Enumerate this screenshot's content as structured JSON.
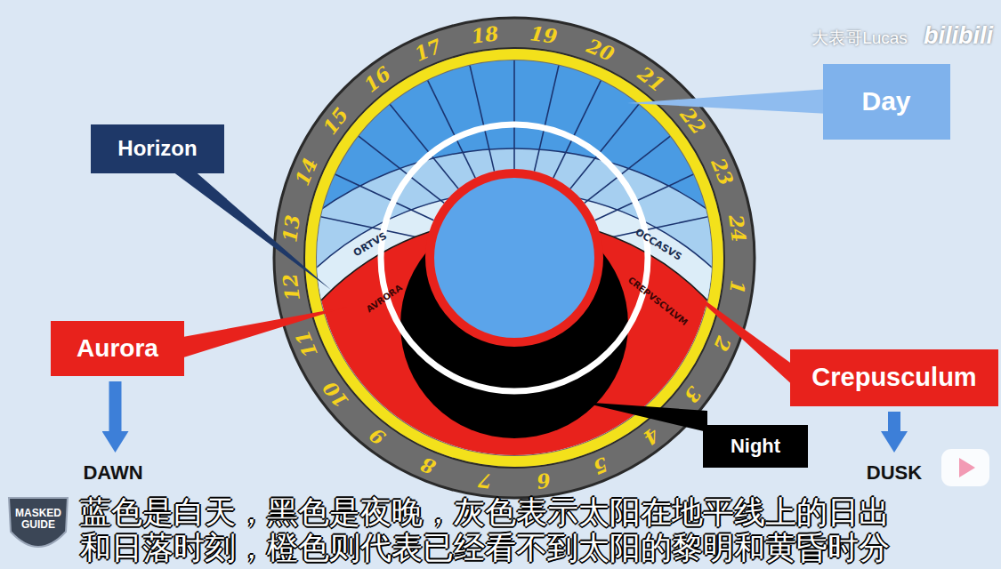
{
  "diagram": {
    "caption": "蓝色是白天，黑色是夜晚，灰色表示太阳在地平线上的日出 和日落时刻，橙色则代表已经看不到太阳的黎明和黄昏时分",
    "nodes": [
      {
        "text": [
          "Day"
        ]
      },
      {
        "text": [
          "Horizon"
        ]
      },
      {
        "text": [
          "Aurora"
        ]
      },
      {
        "text": [
          "Crepusculum"
        ]
      },
      {
        "text": [
          "DAWN"
        ]
      },
      {
        "text": [
          "Night"
        ]
      },
      {
        "text": [
          "DUSK"
        ]
      }
    ],
    "edges": [
      {
        "from": 2,
        "to": 4,
        "arrow": "to"
      },
      {
        "from": 3,
        "to": 6,
        "arrow": "to"
      }
    ],
    "labels": [
      "大表哥Lucas",
      "bilibili",
      "ORTVS",
      "OCCASVS",
      "AVRORA",
      "CREPVSCVLVM",
      "1",
      "2",
      "3",
      "4",
      "5",
      "6",
      "7",
      "8",
      "9",
      "10",
      "11",
      "12",
      "13",
      "14",
      "15",
      "16",
      "17",
      "18",
      "19",
      "20",
      "21",
      "22",
      "23",
      "24",
      "MASKED GUIDE"
    ]
  }
}
